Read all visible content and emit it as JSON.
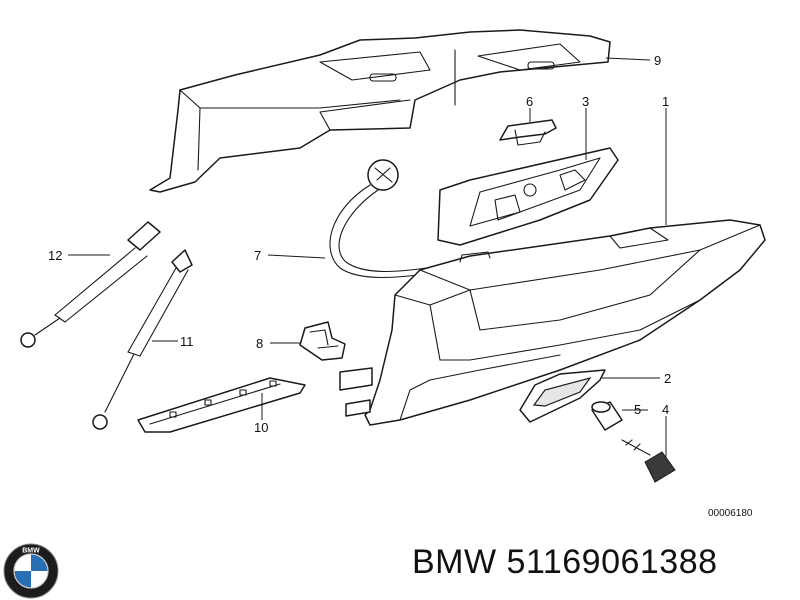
{
  "callouts": [
    {
      "label": "1"
    },
    {
      "label": "2"
    },
    {
      "label": "3"
    },
    {
      "label": "4"
    },
    {
      "label": "5"
    },
    {
      "label": "6"
    },
    {
      "label": "7"
    },
    {
      "label": "8"
    },
    {
      "label": "9"
    },
    {
      "label": "10"
    },
    {
      "label": "11"
    },
    {
      "label": "12"
    }
  ],
  "diagram_code": "00006180",
  "footer": {
    "brand": "BMW",
    "part_number": "51169061388"
  },
  "logo": {
    "text": "BMW",
    "colors": {
      "ring": "#1c1c1c",
      "blue": "#2a6fb5",
      "white": "#ffffff"
    }
  }
}
